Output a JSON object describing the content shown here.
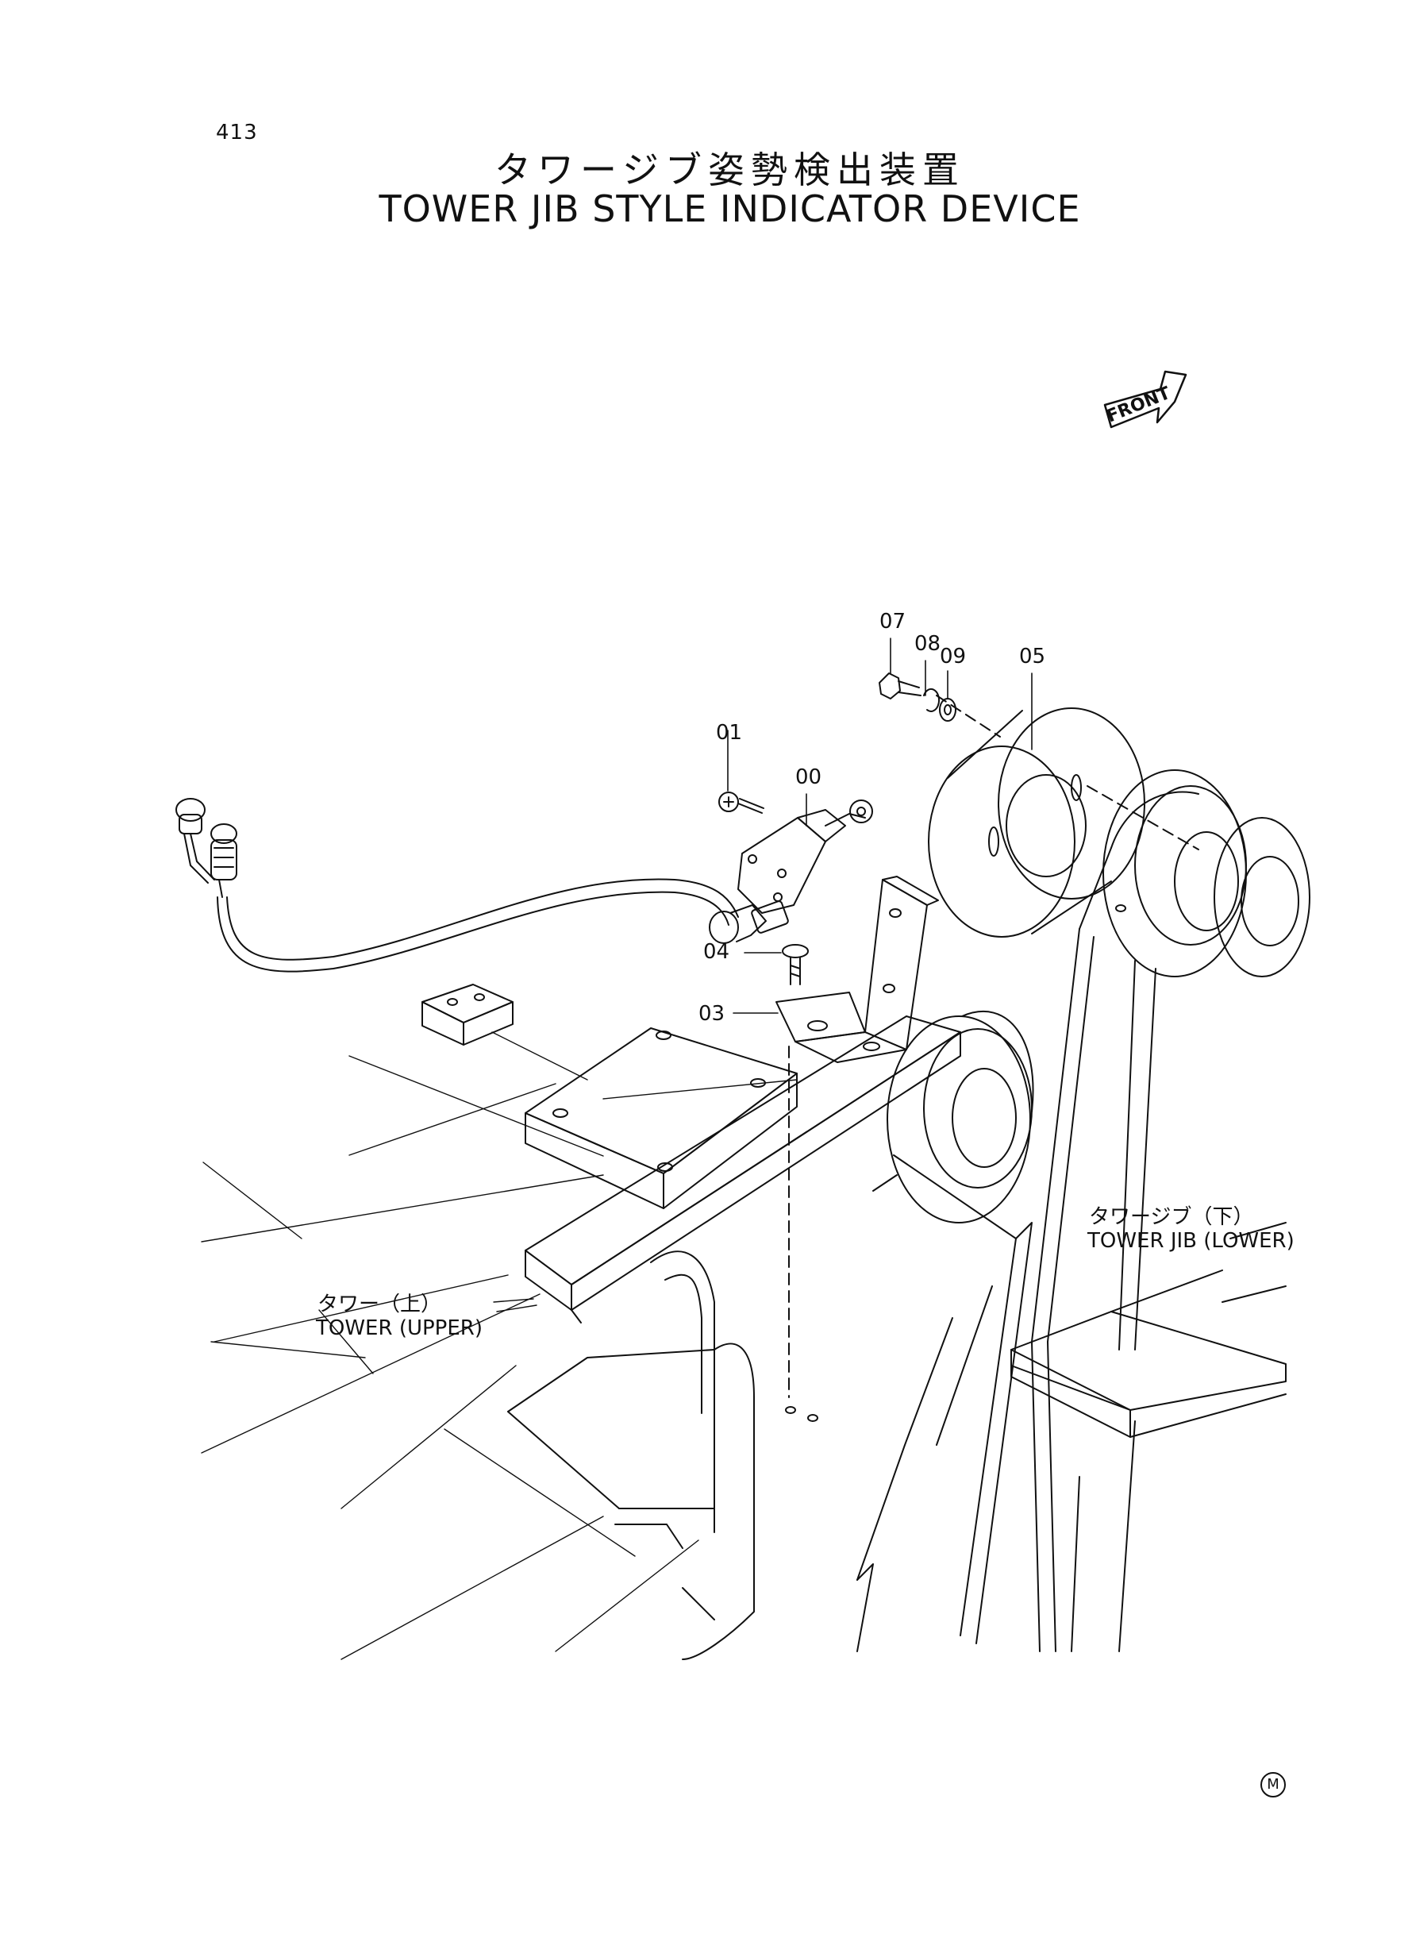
{
  "page_number": "413",
  "title": {
    "japanese": "タワージブ姿勢検出装置",
    "english": "TOWER JIB STYLE INDICATOR DEVICE"
  },
  "front_marker": "FRONT",
  "callouts": [
    "00",
    "01",
    "03",
    "04",
    "05",
    "07",
    "08",
    "09"
  ],
  "labels": {
    "tower_upper_jp": "タワー（上）",
    "tower_upper_en": "TOWER (UPPER)",
    "tower_jib_lower_jp": "タワージブ（下）",
    "tower_jib_lower_en": "TOWER JIB (LOWER)"
  },
  "footer_mark": "M"
}
